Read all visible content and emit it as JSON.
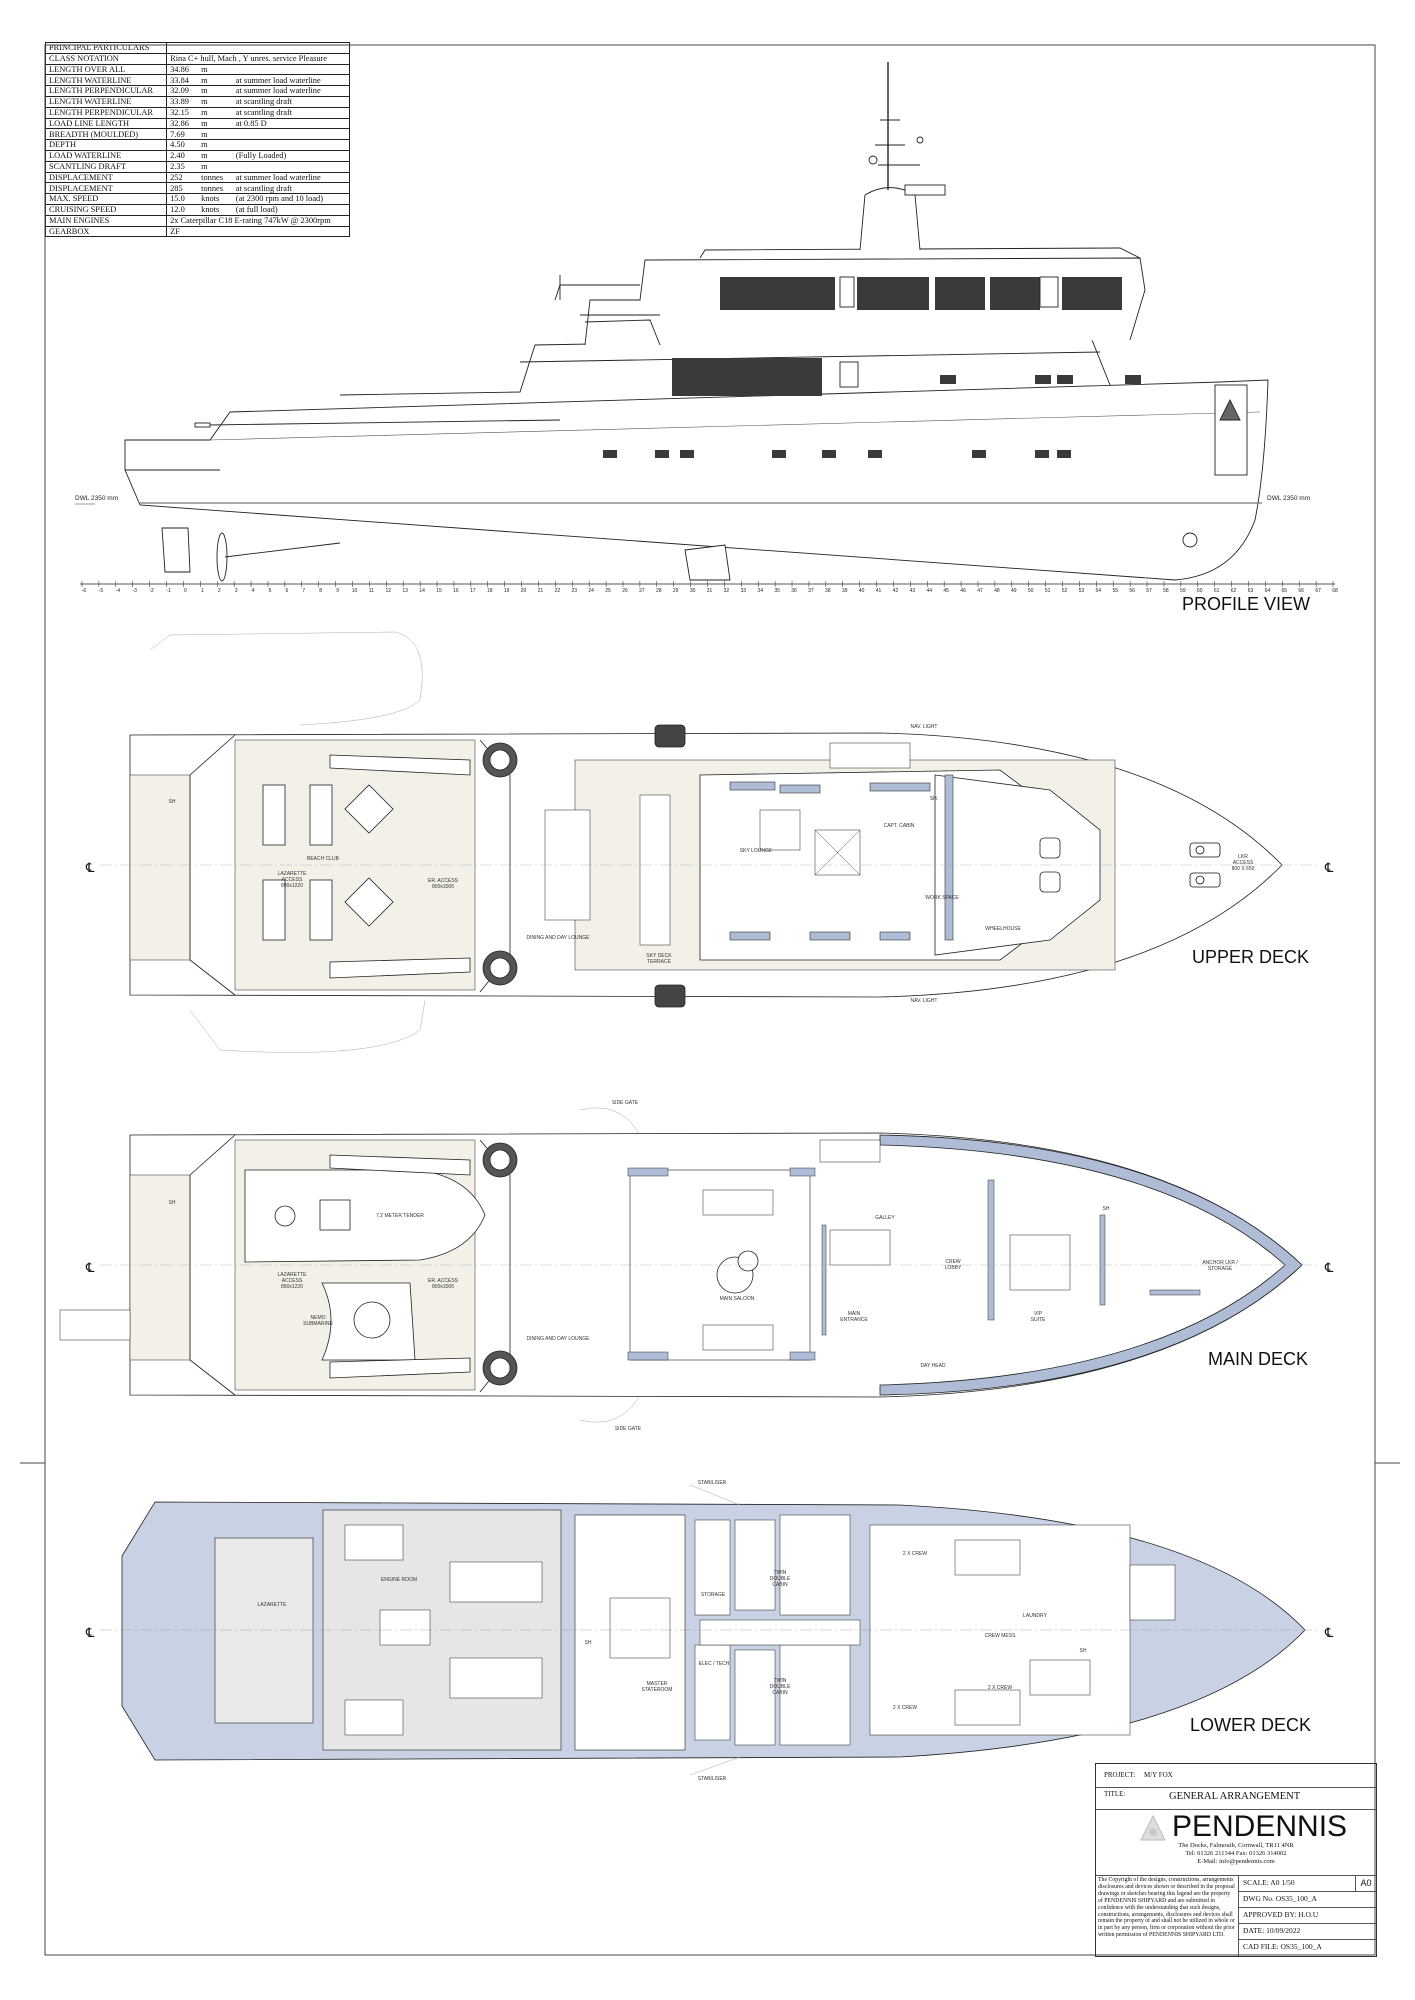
{
  "particulars": {
    "header": "PRINCIPAL PARTICULARS",
    "rows": [
      {
        "label": "CLASS NOTATION",
        "value": "Rina C+ hull,  Mach , Y unres. service Pleasure",
        "unit": "",
        "note": "",
        "span": true
      },
      {
        "label": "LENGTH OVER ALL",
        "value": "34.86",
        "unit": "m",
        "note": ""
      },
      {
        "label": "LENGTH WATERLINE",
        "value": "33.84",
        "unit": "m",
        "note": "at summer load waterline"
      },
      {
        "label": "LENGTH PERPENDICULAR",
        "value": "32.09",
        "unit": "m",
        "note": "at summer load waterline"
      },
      {
        "label": "LENGTH WATERLINE",
        "value": "33.89",
        "unit": "m",
        "note": "at scantling draft"
      },
      {
        "label": "LENGTH PERPENDICULAR",
        "value": "32.15",
        "unit": "m",
        "note": "at scantling draft"
      },
      {
        "label": "LOAD LINE LENGTH",
        "value": "32.86",
        "unit": "m",
        "note": "at 0.85 D"
      },
      {
        "label": "BREADTH (MOULDED)",
        "value": "7.69",
        "unit": "m",
        "note": ""
      },
      {
        "label": "DEPTH",
        "value": "4.50",
        "unit": "m",
        "note": ""
      },
      {
        "label": "LOAD WATERLINE",
        "value": "2.40",
        "unit": "m",
        "note": "(Fully Loaded)"
      },
      {
        "label": "SCANTLING DRAFT",
        "value": "2.35",
        "unit": "m",
        "note": ""
      },
      {
        "label": "DISPLACEMENT",
        "value": "252",
        "unit": "tonnes",
        "note": "at summer load waterline"
      },
      {
        "label": "DISPLACEMENT",
        "value": "285",
        "unit": "tonnes",
        "note": "at scantling draft"
      },
      {
        "label": "MAX. SPEED",
        "value": "15.0",
        "unit": "knots",
        "note": "(at 2300 rpm and 10 load)"
      },
      {
        "label": "CRUISING SPEED",
        "value": "12.0",
        "unit": "knots",
        "note": "(at full load)"
      },
      {
        "label": "MAIN ENGINES",
        "value": "2x Caterpillar C18 E-rating 747kW @ 2300rpm",
        "unit": "",
        "note": "",
        "span": true
      },
      {
        "label": "GEARBOX",
        "value": "ZF",
        "unit": "",
        "note": ""
      }
    ]
  },
  "profile": {
    "title": "PROFILE VIEW",
    "dwl_aft": "DWL 2350 mm",
    "dwl_fwd": "DWL 2350 mm",
    "frame_scale": {
      "start": -6,
      "end": 68
    }
  },
  "centerline_symbol": "℄",
  "upper_deck": {
    "title": "UPPER DECK",
    "labels": {
      "sh": "SH",
      "beach_club": "BEACH CLUB",
      "laz_access": [
        "LAZARETTE",
        "ACCESS",
        "890x1220"
      ],
      "er_access": [
        "ER. ACCESS",
        "800x1000"
      ],
      "dining": "DINING AND DAY LOUNGE",
      "sky_deck_terrace": [
        "SKY DECK",
        "TERRACE"
      ],
      "sky_lounge": "SKY LOUNGE",
      "capt_cabin": "CAPT. CABIN",
      "cabin_sh": "SH.",
      "work_space": "WORK SPACE",
      "wheelhouse": "WHEELHOUSE",
      "nav_light": "NAV. LIGHT",
      "lkr_access": [
        "LKR",
        "ACCESS",
        "800 X 650"
      ]
    }
  },
  "main_deck": {
    "title": "MAIN DECK",
    "labels": {
      "sh": "SH",
      "side_gate": "SIDE GATE",
      "tender": "7.2 METER TENDER",
      "laz_access": [
        "LAZARETTE",
        "ACCESS",
        "890x1220"
      ],
      "er_access": [
        "ER. ACCESS",
        "800x1000"
      ],
      "submarine": [
        "NEMO",
        "SUBMARINE"
      ],
      "dining": "DINING AND DAY LOUNGE",
      "main_saloon": "MAIN SALOON",
      "galley": "GALLEY",
      "main_entrance": [
        "MAIN",
        "ENTRANCE"
      ],
      "crew_lobby": [
        "CREW",
        "LOBBY"
      ],
      "day_head": "DAY HEAD",
      "vip_suite": [
        "VIP",
        "SUITE"
      ],
      "vip_sh": "SH",
      "anchor": [
        "ANCHOR LKR /",
        "STORAGE"
      ]
    }
  },
  "lower_deck": {
    "title": "LOWER DECK",
    "labels": {
      "lazarette": "LAZARETTE",
      "engine_room": "ENGINE ROOM",
      "stabiliser": "STABILISER",
      "master": [
        "MASTER",
        "STATEROOM"
      ],
      "master_sh": "SH",
      "storage": "STORAGE",
      "elec_tech": "ELEC / TECH",
      "twin_cabin": [
        "TWIN",
        "DOUBLE",
        "CABIN"
      ],
      "crew": "2 X CREW",
      "crew_mess": "CREW MESS",
      "laundry": "LAUNDRY",
      "sh": "SH"
    }
  },
  "title_block": {
    "project_label": "PROJECT:",
    "project": "M/Y FOX",
    "title_label": "TITLE:",
    "title": "GENERAL ARRANGEMENT",
    "company": "PENDENNIS",
    "address": "The Docks, Falmouth, Cornwall, TR11 4NR",
    "phone": "Tel: 01326 211344   Fax: 01326 314002",
    "email": "E-Mail: info@pendennis.com",
    "copyright": "The Copyright of the designs, constructions, arrangements disclosures and devices shown or described in the proposal drawings or sketches bearing this legend are the property of PENDENNIS SHIPYARD  and are submitted in confidence with the understanding that such designs, constructions, arrangements, disclosures and devices shall remain the property of and shall not be utilized in whole or in part by any person, firm or corporation without the prior written permission of PENDENNIS SHIPYARD LTD.",
    "scale": "SCALE:  A0 1/50",
    "sheet": "A0",
    "dwg_no": "DWG No.   OS35_100_A",
    "approved": "APPROVED BY:   H.O.U",
    "date": "DATE:   10/09/2022",
    "cad_file": "CAD FILE:  OS35_100_A"
  },
  "colors": {
    "wall_blue": "#aebcd5",
    "lower_fill": "#c8d2e4",
    "teak": "#f3f0e8",
    "window": "#3a3a3a"
  }
}
